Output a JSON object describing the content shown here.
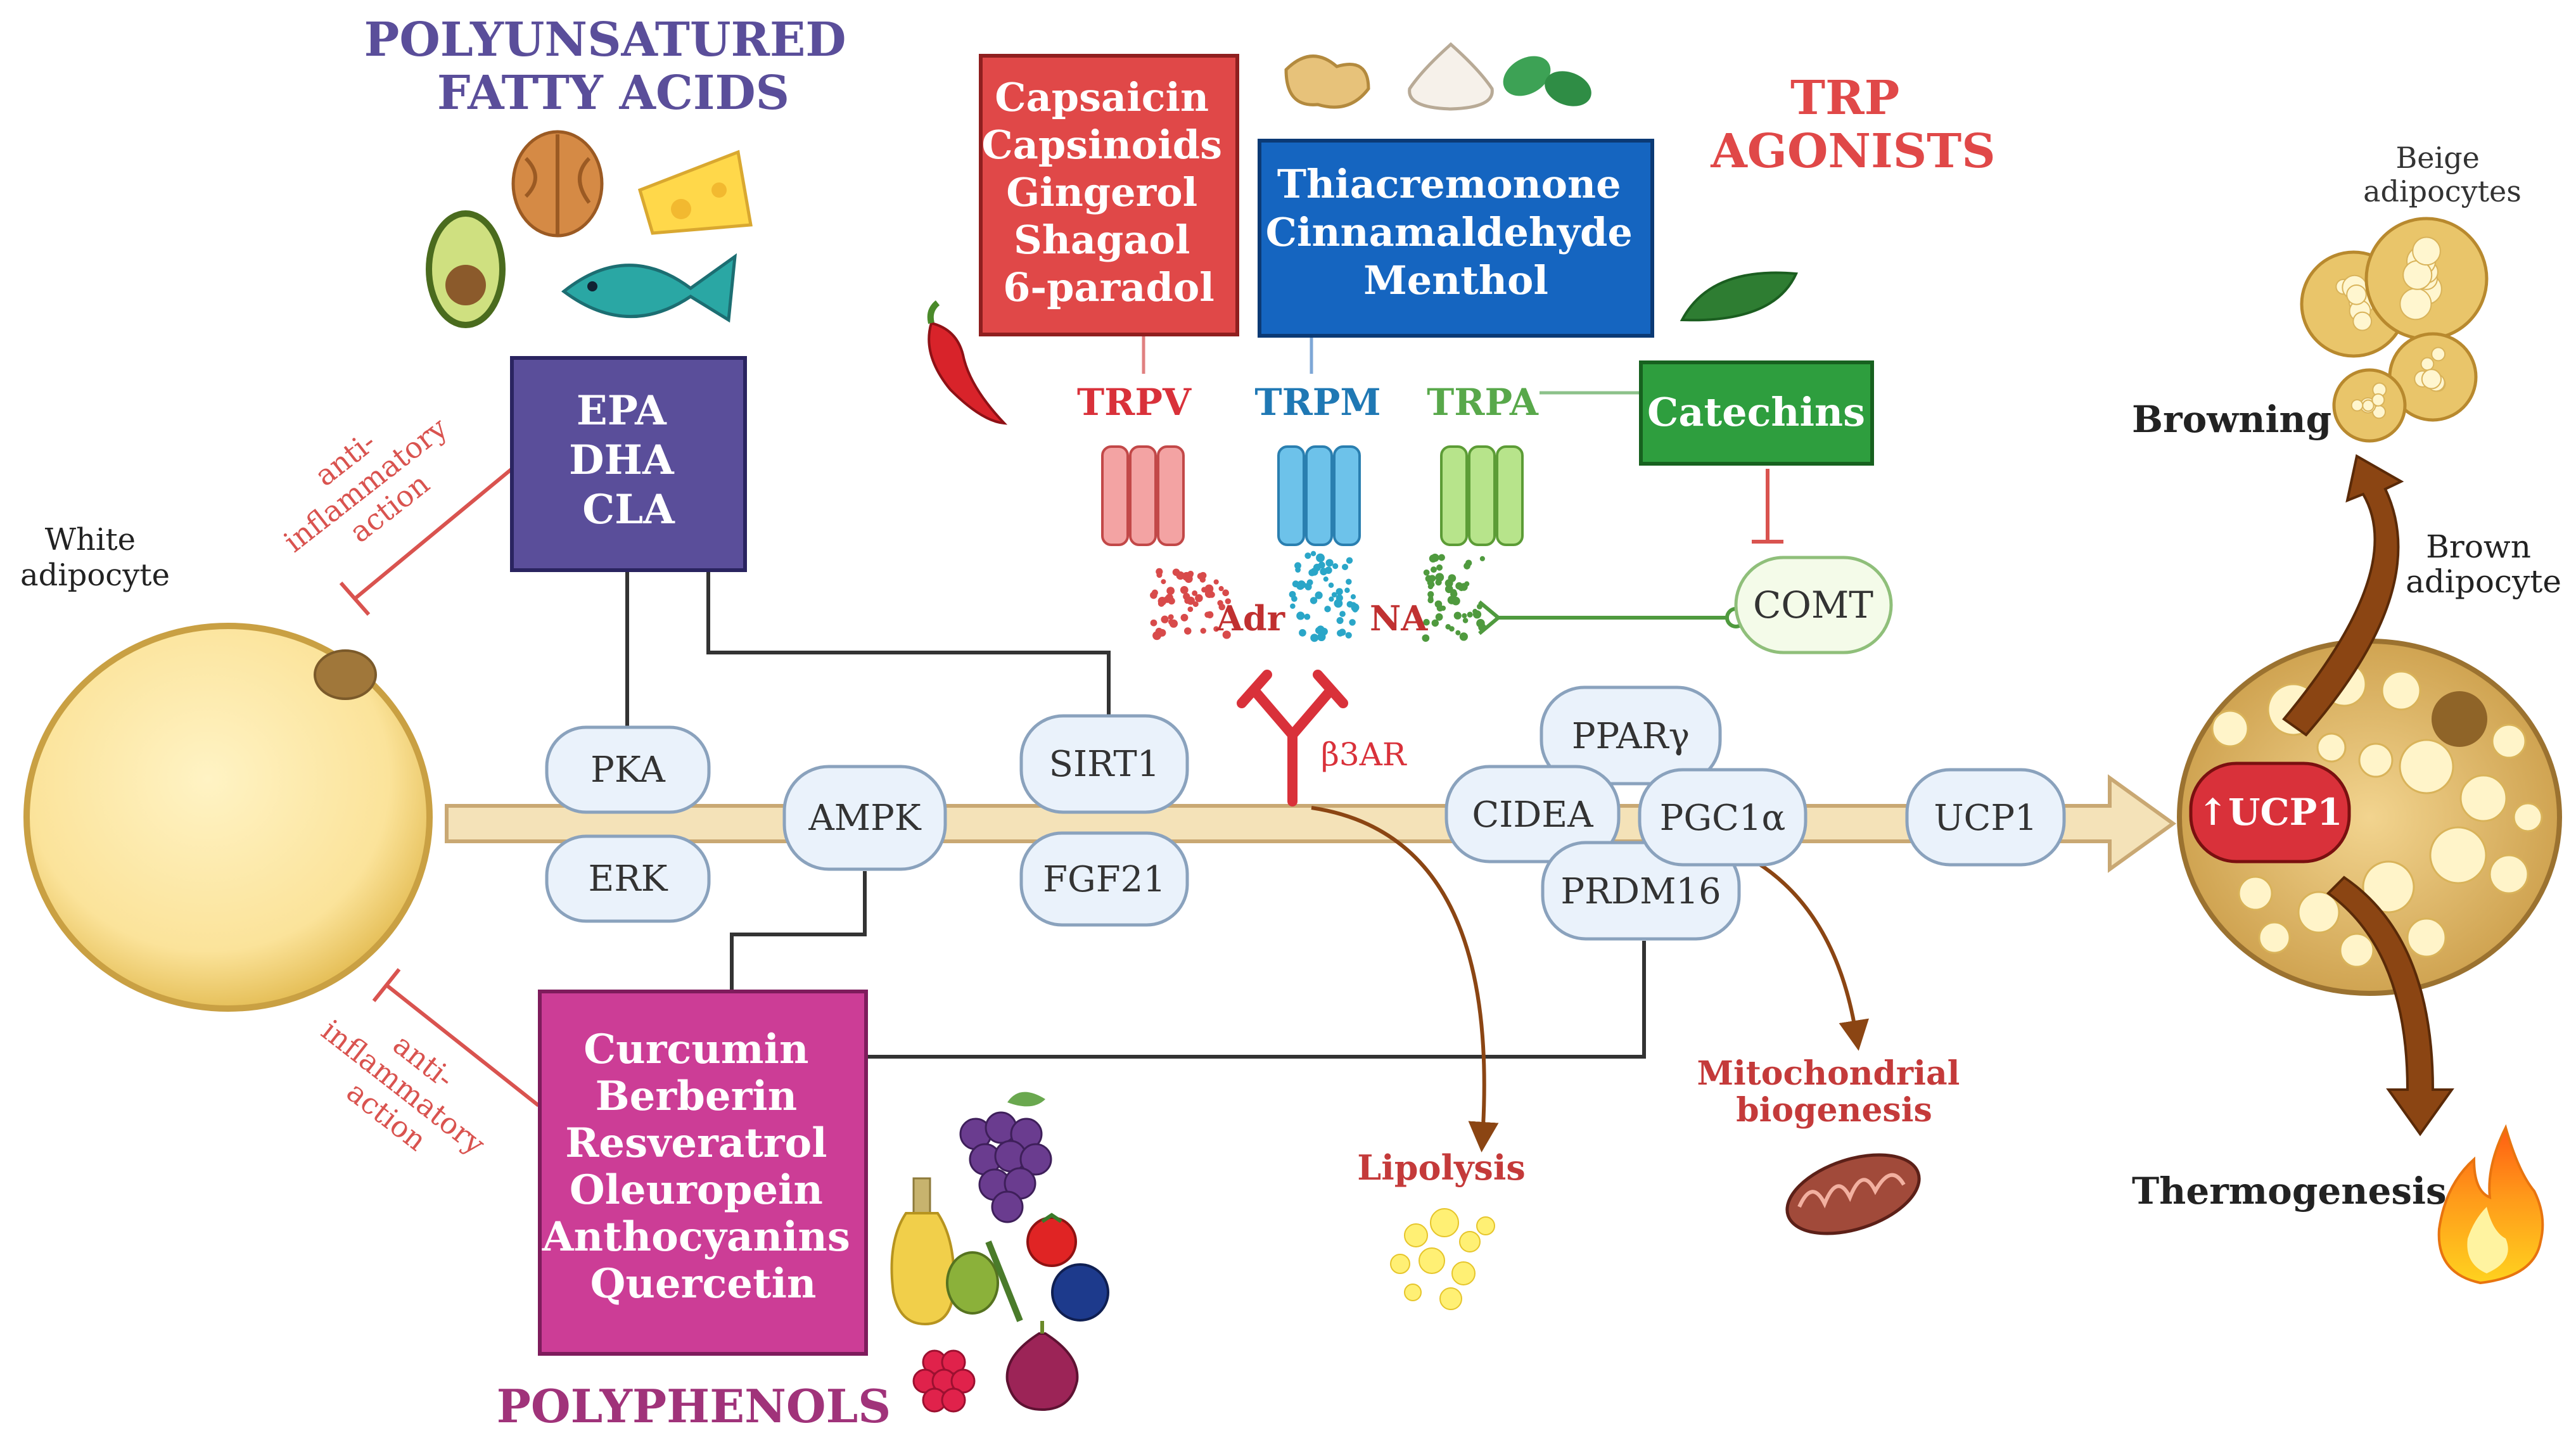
{
  "colors": {
    "pufa_purple": "#5a4e9a",
    "polyphenol_magenta": "#cc3d96",
    "capsaicin_red": "#e04848",
    "thia_blue": "#1565c0",
    "catechin_green": "#2e9e3e",
    "trpv_red": "#d9313a",
    "trpm_blue": "#1f78b4",
    "trpa_green": "#58a84a",
    "inhibit_red": "#d9534f",
    "node_fill": "#eaf2fb",
    "node_stroke": "#8aa2bd",
    "arrow_fill": "#f4e2b8",
    "brown_arrow": "#8b4513"
  },
  "headings": {
    "pufa": [
      "POLYUNSATURED",
      "FATTY ACIDS"
    ],
    "trp": [
      "TRP",
      "AGONISTS"
    ],
    "polyphenols": "POLYPHENOLS"
  },
  "boxes": {
    "pufa": [
      "EPA",
      "DHA",
      "CLA"
    ],
    "capsaicin": [
      "Capsaicin",
      "Capsinoids",
      "Gingerol",
      "Shagaol",
      "6-paradol"
    ],
    "thia": [
      "Thiacremonone",
      "Cinnamaldehyde",
      "Menthol"
    ],
    "catechins": "Catechins",
    "polyphenols": [
      "Curcumin",
      "Berberin",
      "Resveratrol",
      "Oleuropein",
      "Anthocyanins",
      "Quercetin"
    ]
  },
  "channels": {
    "trpv": "TRPV",
    "trpm": "TRPM",
    "trpa": "TRPA"
  },
  "transmitters": {
    "adr": "Adr",
    "na": "NA"
  },
  "nodes": {
    "comt": "COMT",
    "pka": "PKA",
    "erk": "ERK",
    "ampk": "AMPK",
    "sirt1": "SIRT1",
    "fgf21": "FGF21",
    "pparg": "PPARγ",
    "cidea": "CIDEA",
    "pgc1a": "PGC1α",
    "prdm16": "PRDM16",
    "ucp1": "UCP1"
  },
  "receptor": "β3AR",
  "ucp1_badge": {
    "arrow": "↑",
    "label": "UCP1"
  },
  "labels": {
    "white_adipocyte": [
      "White",
      "adipocyte"
    ],
    "brown_adipocyte": [
      "Brown",
      "adipocyte"
    ],
    "beige_adipocytes": [
      "Beige",
      "adipocytes"
    ],
    "anti_inflammatory": [
      "anti-",
      "inflammatory",
      "action"
    ],
    "browning": "Browning",
    "thermogenesis": "Thermogenesis",
    "lipolysis": "Lipolysis",
    "mito": [
      "Mitochondrial",
      "biogenesis"
    ]
  },
  "icons": [
    "walnut-icon",
    "cheese-icon",
    "avocado-icon",
    "fish-icon",
    "ginger-icon",
    "garlic-icon",
    "mint-icon",
    "chili-icon",
    "leaf-icon",
    "grape-icon",
    "oil-bottle-icon",
    "olive-icon",
    "tomato-icon",
    "blueberry-icon",
    "raspberry-icon",
    "onion-icon",
    "fat-droplets-icon",
    "mitochondrion-icon",
    "flame-icon"
  ]
}
